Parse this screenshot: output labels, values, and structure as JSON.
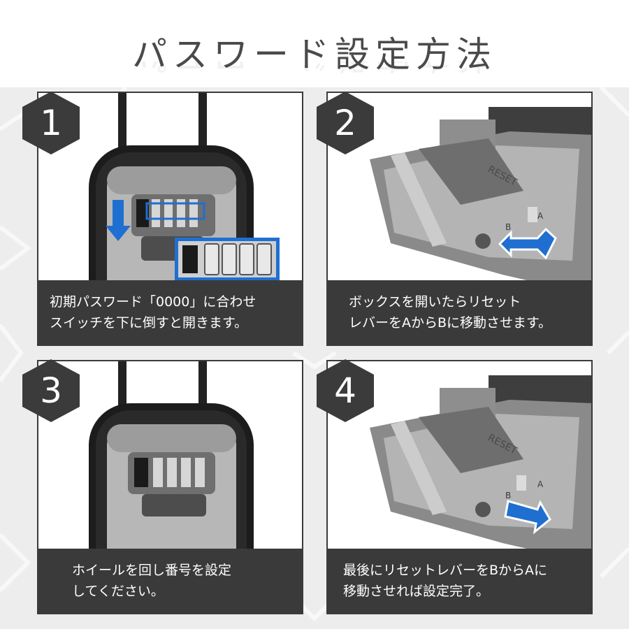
{
  "page_title": "パスワード設定方法",
  "steps": [
    {
      "number": "1",
      "caption_line1": "初期パスワード「0000」に合わせ",
      "caption_line2": "スイッチを下に倒すと開きます。"
    },
    {
      "number": "2",
      "caption_line1": "ボックスを開いたらリセット",
      "caption_line2": "レバーをAからBに移動させます。"
    },
    {
      "number": "3",
      "caption_line1": "ホイールを回し番号を設定",
      "caption_line2": "してください。"
    },
    {
      "number": "4",
      "caption_line1": "最後にリセットレバーをBからAに",
      "caption_line2": "移動させれば設定完了。"
    }
  ],
  "photo_labels": {
    "reset": "RESET",
    "a": "A",
    "b": "B"
  },
  "colors": {
    "accent_blue": "#1f6fd1",
    "panel_dark": "#3a3a3a",
    "hex_badge": "#3b3b3b"
  }
}
